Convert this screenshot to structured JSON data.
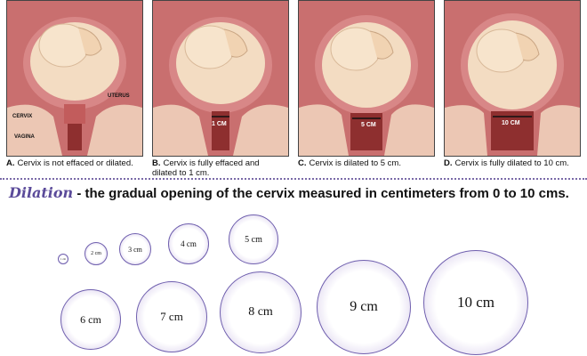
{
  "panels": [
    {
      "letter": "A.",
      "text": "Cervix is not effaced or dilated.",
      "labels": {
        "uterus": "UTERUS",
        "cervix": "CERVIX",
        "vagina": "VAGINA"
      }
    },
    {
      "letter": "B.",
      "text": "Cervix is fully effaced and dilated to 1 cm.",
      "measure": "1 CM"
    },
    {
      "letter": "C.",
      "text": "Cervix is dilated to 5 cm.",
      "measure": "5 CM"
    },
    {
      "letter": "D.",
      "text": "Cervix is fully dilated to 10 cm.",
      "measure": "10 CM"
    }
  ],
  "headline": {
    "term": "Dilation",
    "rest": " - the gradual opening of the cervix measured in  centimeters from 0 to 10 cms."
  },
  "circles": [
    {
      "label": "1 cm"
    },
    {
      "label": "2 cm"
    },
    {
      "label": "3 cm"
    },
    {
      "label": "4 cm"
    },
    {
      "label": "5 cm"
    },
    {
      "label": "6 cm"
    },
    {
      "label": "7 cm"
    },
    {
      "label": "8 cm"
    },
    {
      "label": "9 cm"
    },
    {
      "label": "10 cm"
    }
  ],
  "colors": {
    "accent": "#5b4b9a",
    "circle_border": "#6f5fae",
    "tissue": "#d98b8b",
    "skin": "#efd4b5"
  }
}
